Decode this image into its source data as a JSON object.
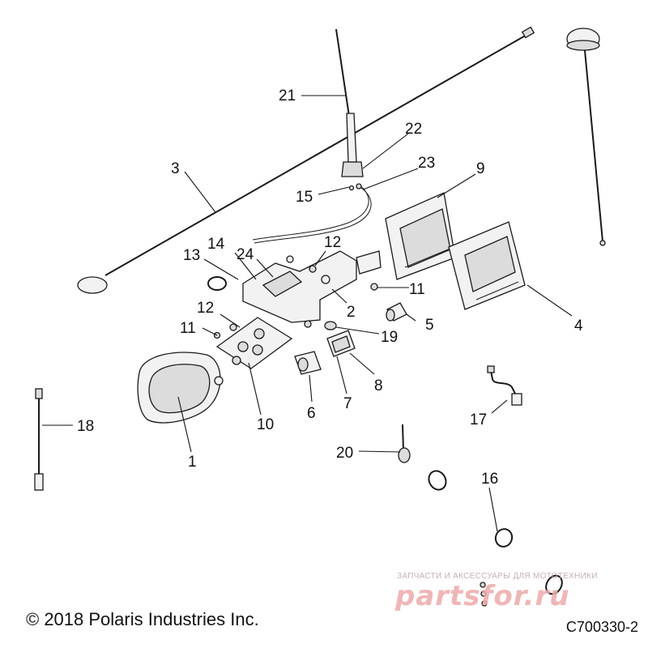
{
  "callouts": {
    "c1": "1",
    "c2": "2",
    "c3": "3",
    "c4": "4",
    "c5": "5",
    "c6": "6",
    "c7": "7",
    "c8": "8",
    "c9": "9",
    "c10": "10",
    "c11a": "11",
    "c11b": "11",
    "c12a": "12",
    "c12b": "12",
    "c13": "13",
    "c14": "14",
    "c15": "15",
    "c16": "16",
    "c17": "17",
    "c18": "18",
    "c19": "19",
    "c20": "20",
    "c21": "21",
    "c22": "22",
    "c23": "23",
    "c24": "24"
  },
  "footer": {
    "copyright": "© 2018 Polaris Industries Inc.",
    "diagram_code": "C700330-2"
  },
  "watermark": {
    "tagline": "ЗАПЧАСТИ И АКСЕССУАРЫ ДЛЯ МОТОТЕХНИКИ",
    "brand": "partsfor.ru"
  }
}
